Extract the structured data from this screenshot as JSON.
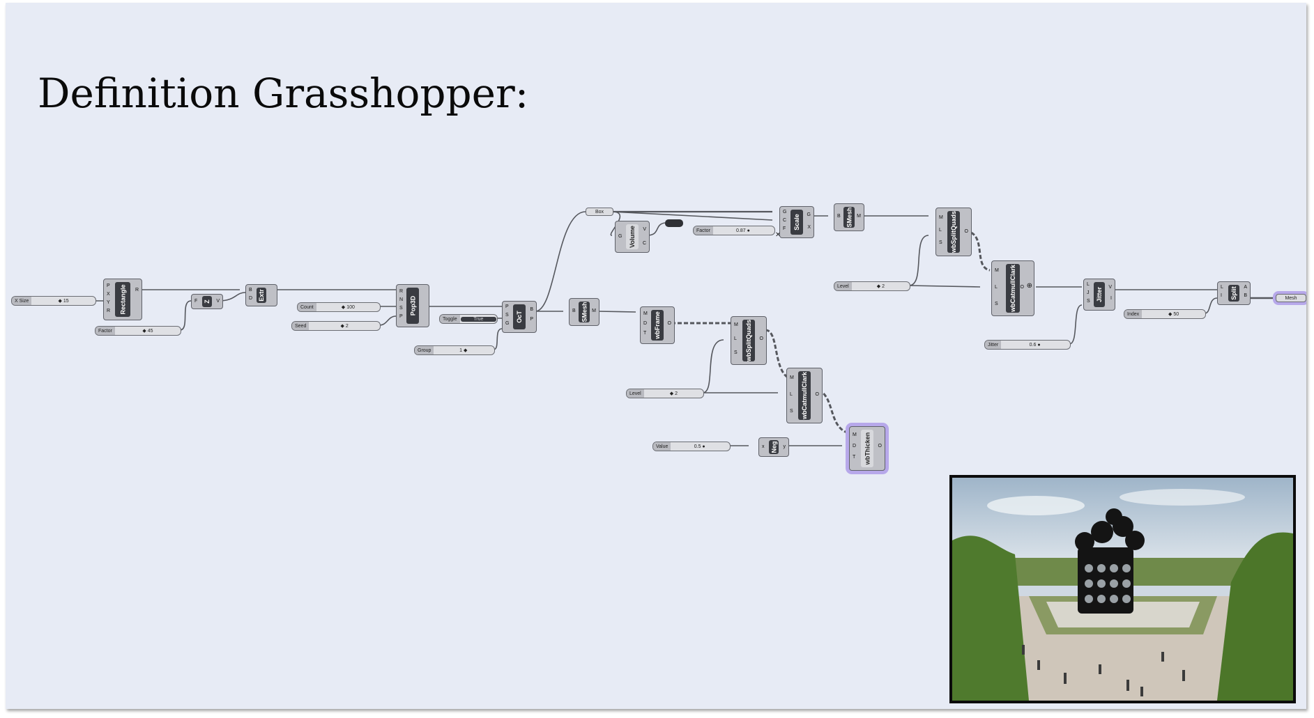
{
  "title": "Definition Grasshopper:",
  "params": {
    "x_size": {
      "label": "X Size",
      "value": "15"
    },
    "factor1": {
      "label": "Factor",
      "value": "45"
    },
    "count": {
      "label": "Count",
      "value": "100"
    },
    "seed": {
      "label": "Seed",
      "value": "2"
    },
    "toggle": {
      "label": "Toggle",
      "value": "True"
    },
    "group": {
      "label": "Group",
      "value": "1"
    },
    "factor2": {
      "label": "Factor",
      "value": "0.87"
    },
    "level1": {
      "label": "Level",
      "value": "2"
    },
    "level2": {
      "label": "Level",
      "value": "2"
    },
    "value": {
      "label": "Value",
      "value": "0.5"
    },
    "index": {
      "label": "Index",
      "value": "50"
    },
    "jitter": {
      "label": "Jitter",
      "value": "0.6"
    }
  },
  "components": {
    "rectangle": "Rectangle",
    "z": "Z",
    "extr": "Extr",
    "pop3d": "Pop3D",
    "oct": "OcT",
    "smesh1": "SMesh",
    "smesh2": "SMesh",
    "box": "Box",
    "volume": "Volume",
    "scale": "Scale",
    "wbframe": "wbFrame",
    "wbsplitquads1": "wbSplitQuads",
    "wbsplitquads2": "wbSplitQuads",
    "wbcatmullclark1": "wbCatmullClark",
    "wbcatmullclark2": "wbCatmullClark",
    "neg": "Neg",
    "wbthicken": "wbThicken",
    "jitter": "Jitter",
    "split": "Split",
    "mesh": "Mesh"
  },
  "ports": {
    "rect_in": [
      "P",
      "X",
      "Y",
      "R"
    ],
    "rect_out": [
      "R"
    ],
    "z_in": [
      "F"
    ],
    "z_out": [
      "V"
    ],
    "extr_in": [
      "B",
      "D"
    ],
    "pop_in": [
      "R",
      "N",
      "S",
      "P"
    ],
    "oct_in": [
      "P",
      "S",
      "G"
    ],
    "oct_out": [
      "B",
      "P"
    ],
    "smesh_in": [
      "B"
    ],
    "smesh_out": [
      "M"
    ],
    "volume_in": [
      "G"
    ],
    "volume_out": [
      "V",
      "C"
    ],
    "scale_in": [
      "G",
      "C",
      "F"
    ],
    "scale_out": [
      "G",
      "X"
    ],
    "wbframe_in": [
      "M",
      "D",
      "T"
    ],
    "wbframe_out": [
      "O"
    ],
    "wbsq_in": [
      "M",
      "L",
      "S"
    ],
    "wbsq_out": [
      "O"
    ],
    "wbcc_in": [
      "M",
      "L",
      "S"
    ],
    "wbcc_out": [
      "O"
    ],
    "neg_in": [
      "x"
    ],
    "neg_out": [
      "y"
    ],
    "wbt_in": [
      "M",
      "D",
      "T"
    ],
    "wbt_out": [
      "O"
    ],
    "jitter_in": [
      "L",
      "J",
      "S"
    ],
    "jitter_out": [
      "V",
      "I"
    ],
    "split_in": [
      "L",
      "I"
    ],
    "split_out": [
      "A",
      "B"
    ]
  },
  "colors": {
    "background": "#e7ebf5",
    "component": "#3a3c42",
    "selection": "#b7a8ea"
  },
  "render_image": {
    "description_icon": "pavilion-render-image"
  }
}
